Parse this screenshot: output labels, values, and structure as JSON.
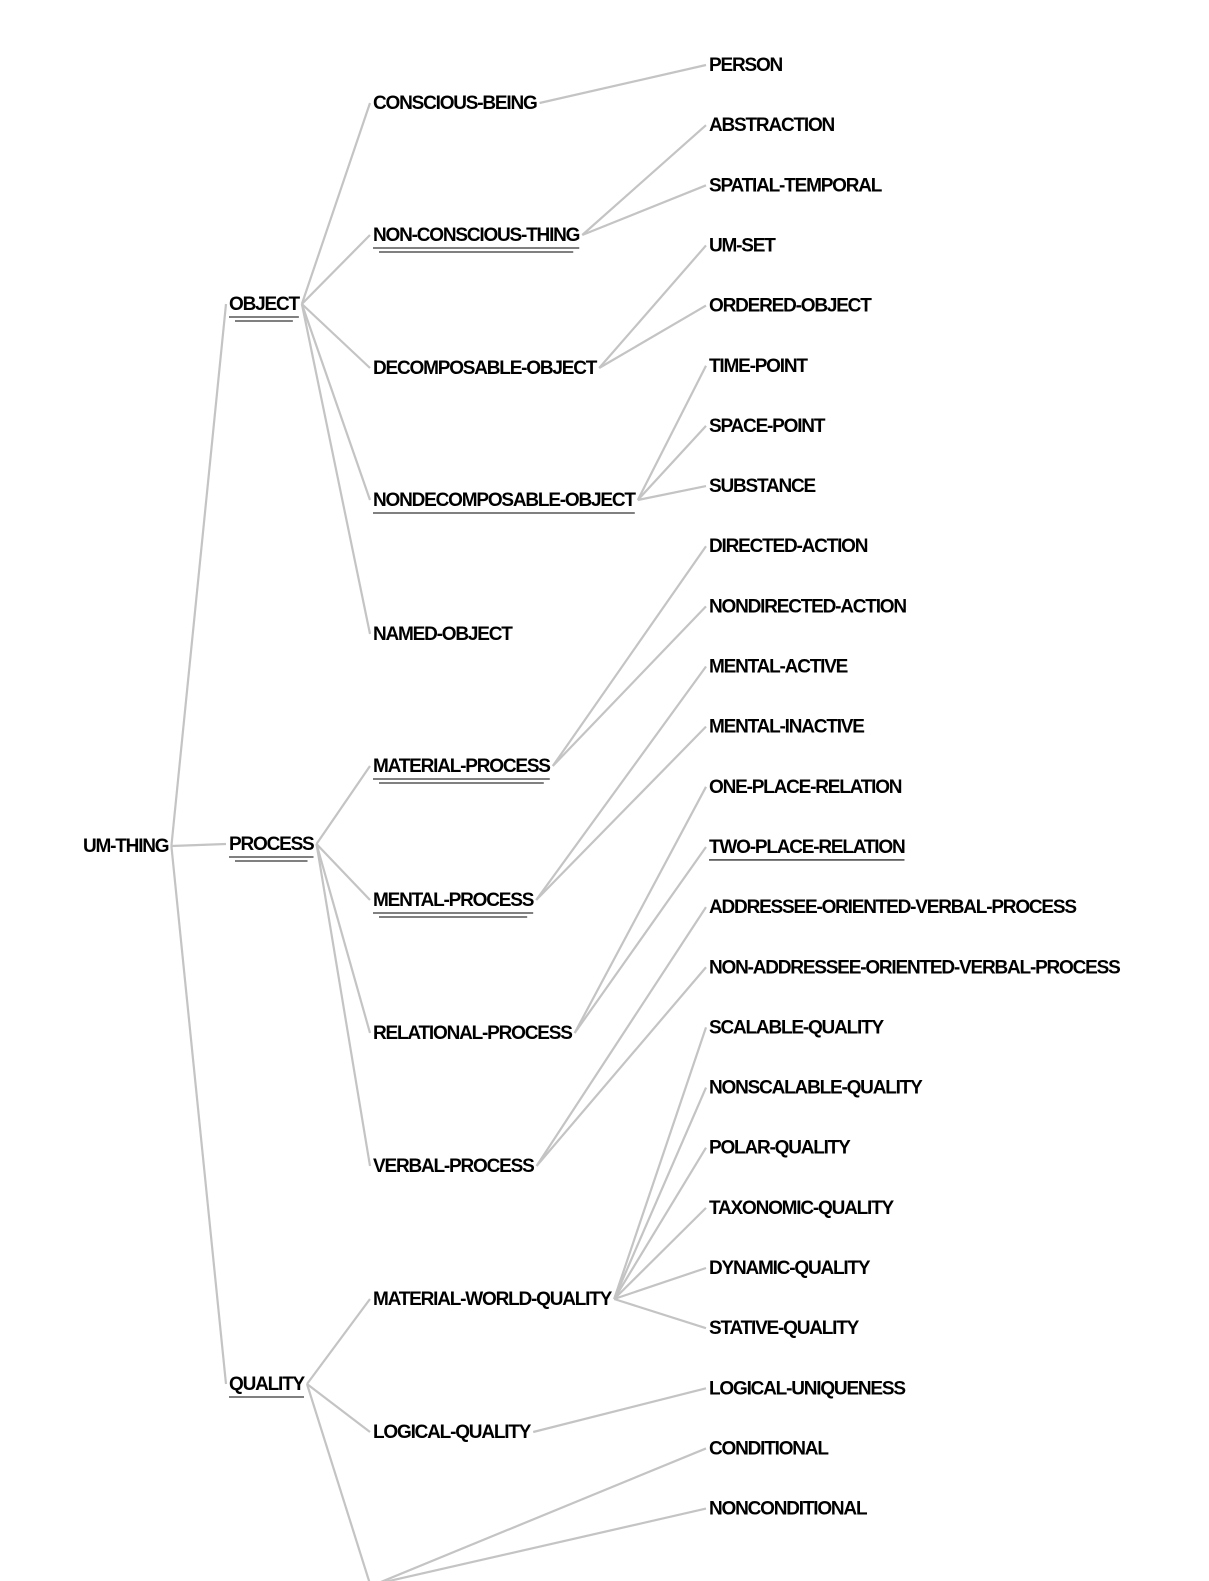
{
  "diagram": {
    "edge_color": "#c4c4c4",
    "label_color": "#000000",
    "background": "#ffffff",
    "root": "UM-THING",
    "level1": [
      {
        "id": "object",
        "label": "OBJECT",
        "underline": 2
      },
      {
        "id": "process",
        "label": "PROCESS",
        "underline": 2
      },
      {
        "id": "quality",
        "label": "QUALITY",
        "underline": 1
      }
    ],
    "level2": [
      {
        "id": "conscious-being",
        "parent": "object",
        "label": "CONSCIOUS-BEING",
        "underline": 0
      },
      {
        "id": "non-conscious-thing",
        "parent": "object",
        "label": "NON-CONSCIOUS-THING",
        "underline": 2
      },
      {
        "id": "decomposable-object",
        "parent": "object",
        "label": "DECOMPOSABLE-OBJECT",
        "underline": 0
      },
      {
        "id": "nondecomposable-object",
        "parent": "object",
        "label": "NONDECOMPOSABLE-OBJECT",
        "underline": 1
      },
      {
        "id": "named-object",
        "parent": "object",
        "label": "NAMED-OBJECT",
        "underline": 0
      },
      {
        "id": "material-process",
        "parent": "process",
        "label": "MATERIAL-PROCESS",
        "underline": 2
      },
      {
        "id": "mental-process",
        "parent": "process",
        "label": "MENTAL-PROCESS",
        "underline": 2
      },
      {
        "id": "relational-process",
        "parent": "process",
        "label": "RELATIONAL-PROCESS",
        "underline": 0
      },
      {
        "id": "verbal-process",
        "parent": "process",
        "label": "VERBAL-PROCESS",
        "underline": 0
      },
      {
        "id": "material-world-quality",
        "parent": "quality",
        "label": "MATERIAL-WORLD-QUALITY",
        "underline": 0
      },
      {
        "id": "logical-quality",
        "parent": "quality",
        "label": "LOGICAL-QUALITY",
        "underline": 0
      },
      {
        "id": "third-quality",
        "parent": "quality",
        "label": "",
        "underline": 0
      }
    ],
    "level3": [
      {
        "parent": "conscious-being",
        "label": "PERSON",
        "underline": 0
      },
      {
        "parent": "non-conscious-thing",
        "label": "ABSTRACTION",
        "underline": 0
      },
      {
        "parent": "non-conscious-thing",
        "label": "SPATIAL-TEMPORAL",
        "underline": 0
      },
      {
        "parent": "decomposable-object",
        "label": "UM-SET",
        "underline": 0
      },
      {
        "parent": "decomposable-object",
        "label": "ORDERED-OBJECT",
        "underline": 0
      },
      {
        "parent": "nondecomposable-object",
        "label": "TIME-POINT",
        "underline": 0
      },
      {
        "parent": "nondecomposable-object",
        "label": "SPACE-POINT",
        "underline": 0
      },
      {
        "parent": "nondecomposable-object",
        "label": "SUBSTANCE",
        "underline": 0
      },
      {
        "parent": "material-process",
        "label": "DIRECTED-ACTION",
        "underline": 0
      },
      {
        "parent": "material-process",
        "label": "NONDIRECTED-ACTION",
        "underline": 0
      },
      {
        "parent": "mental-process",
        "label": "MENTAL-ACTIVE",
        "underline": 0
      },
      {
        "parent": "mental-process",
        "label": "MENTAL-INACTIVE",
        "underline": 0
      },
      {
        "parent": "relational-process",
        "label": "ONE-PLACE-RELATION",
        "underline": 0
      },
      {
        "parent": "relational-process",
        "label": "TWO-PLACE-RELATION",
        "underline": 1
      },
      {
        "parent": "verbal-process",
        "label": "ADDRESSEE-ORIENTED-VERBAL-PROCESS",
        "underline": 0
      },
      {
        "parent": "verbal-process",
        "label": "NON-ADDRESSEE-ORIENTED-VERBAL-PROCESS",
        "underline": 0
      },
      {
        "parent": "material-world-quality",
        "label": "SCALABLE-QUALITY",
        "underline": 0
      },
      {
        "parent": "material-world-quality",
        "label": "NONSCALABLE-QUALITY",
        "underline": 0
      },
      {
        "parent": "material-world-quality",
        "label": "POLAR-QUALITY",
        "underline": 0
      },
      {
        "parent": "material-world-quality",
        "label": "TAXONOMIC-QUALITY",
        "underline": 0
      },
      {
        "parent": "material-world-quality",
        "label": "DYNAMIC-QUALITY",
        "underline": 0
      },
      {
        "parent": "material-world-quality",
        "label": "STATIVE-QUALITY",
        "underline": 0
      },
      {
        "parent": "logical-quality",
        "label": "LOGICAL-UNIQUENESS",
        "underline": 0
      },
      {
        "parent": "third-quality",
        "label": "CONDITIONAL",
        "underline": 0
      },
      {
        "parent": "third-quality",
        "label": "NONCONDITIONAL",
        "underline": 0
      }
    ]
  }
}
